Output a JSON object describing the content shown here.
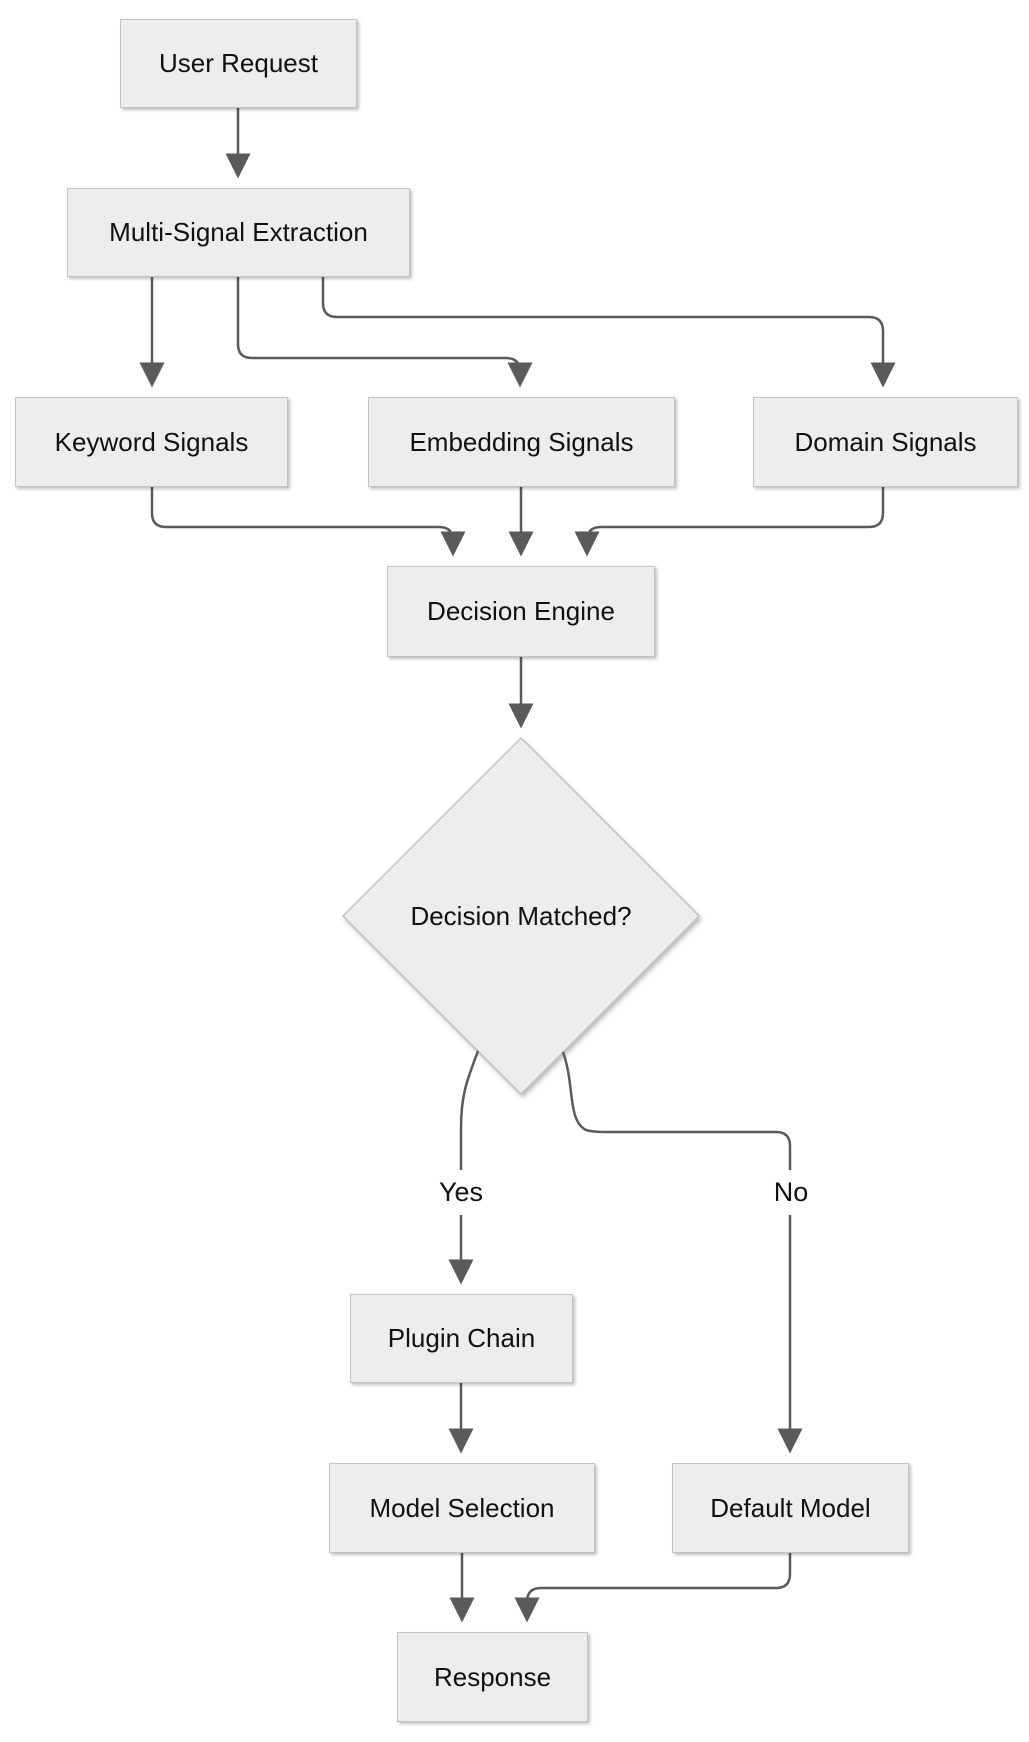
{
  "diagram": {
    "type": "flowchart",
    "direction": "top-down",
    "nodes": {
      "user_request": {
        "label": "User Request",
        "shape": "rectangle"
      },
      "multi_signal_extraction": {
        "label": "Multi-Signal Extraction",
        "shape": "rectangle"
      },
      "keyword_signals": {
        "label": "Keyword Signals",
        "shape": "rectangle"
      },
      "embedding_signals": {
        "label": "Embedding Signals",
        "shape": "rectangle"
      },
      "domain_signals": {
        "label": "Domain Signals",
        "shape": "rectangle"
      },
      "decision_engine": {
        "label": "Decision Engine",
        "shape": "rectangle"
      },
      "decision_matched": {
        "label": "Decision Matched?",
        "shape": "diamond"
      },
      "plugin_chain": {
        "label": "Plugin Chain",
        "shape": "rectangle"
      },
      "model_selection": {
        "label": "Model Selection",
        "shape": "rectangle"
      },
      "default_model": {
        "label": "Default Model",
        "shape": "rectangle"
      },
      "response": {
        "label": "Response",
        "shape": "rectangle"
      }
    },
    "edge_labels": {
      "yes": "Yes",
      "no": "No"
    },
    "edges": [
      {
        "from": "User Request",
        "to": "Multi-Signal Extraction",
        "label": ""
      },
      {
        "from": "Multi-Signal Extraction",
        "to": "Keyword Signals",
        "label": ""
      },
      {
        "from": "Multi-Signal Extraction",
        "to": "Embedding Signals",
        "label": ""
      },
      {
        "from": "Multi-Signal Extraction",
        "to": "Domain Signals",
        "label": ""
      },
      {
        "from": "Keyword Signals",
        "to": "Decision Engine",
        "label": ""
      },
      {
        "from": "Embedding Signals",
        "to": "Decision Engine",
        "label": ""
      },
      {
        "from": "Domain Signals",
        "to": "Decision Engine",
        "label": ""
      },
      {
        "from": "Decision Engine",
        "to": "Decision Matched?",
        "label": ""
      },
      {
        "from": "Decision Matched?",
        "to": "Plugin Chain",
        "label": "Yes"
      },
      {
        "from": "Decision Matched?",
        "to": "Default Model",
        "label": "No"
      },
      {
        "from": "Plugin Chain",
        "to": "Model Selection",
        "label": ""
      },
      {
        "from": "Model Selection",
        "to": "Response",
        "label": ""
      },
      {
        "from": "Default Model",
        "to": "Response",
        "label": ""
      }
    ],
    "colors": {
      "background": "#ffffff",
      "node_fill": "#ededed",
      "node_border": "#c3c3c3",
      "edge": "#5a5a5a",
      "text": "#111111"
    }
  }
}
